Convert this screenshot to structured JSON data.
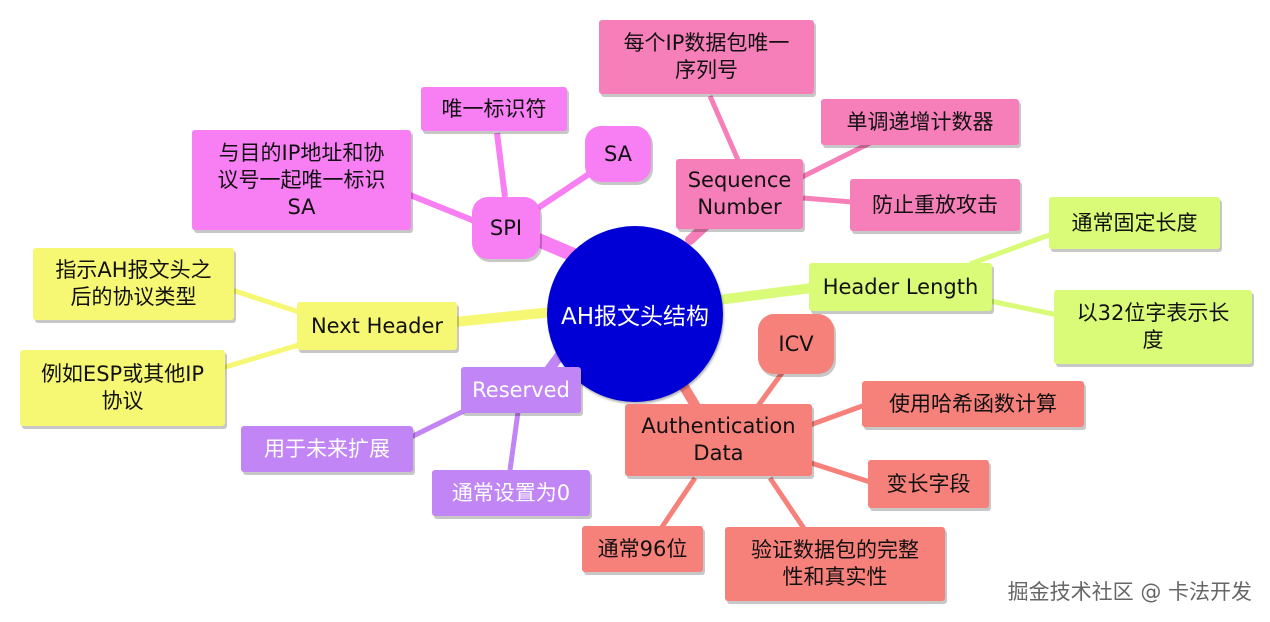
{
  "center": "AH报文头结构",
  "branches": {
    "spi": {
      "label": "SPI",
      "children": [
        "唯一标识符",
        "SA",
        "与目的IP地址和协\n议号一起唯一标识\nSA"
      ]
    },
    "sequence_number": {
      "label": "Sequence\nNumber",
      "children": [
        "每个IP数据包唯一\n序列号",
        "单调递增计数器",
        "防止重放攻击"
      ]
    },
    "header_length": {
      "label": "Header Length",
      "children": [
        "通常固定长度",
        "以32位字表示长\n度"
      ]
    },
    "next_header": {
      "label": "Next Header",
      "children": [
        "指示AH报文头之\n后的协议类型",
        "例如ESP或其他IP\n协议"
      ]
    },
    "reserved": {
      "label": "Reserved",
      "children": [
        "用于未来扩展",
        "通常设置为0"
      ]
    },
    "authentication_data": {
      "label": "Authentication\nData",
      "children": [
        "ICV",
        "使用哈希函数计算",
        "变长字段",
        "通常96位",
        "验证数据包的完整\n性和真实性"
      ]
    }
  },
  "colors": {
    "center": "#0000d6",
    "spi": "#f77ef3",
    "sequence_number": "#f67fb9",
    "header_length": "#d9fb78",
    "next_header": "#f6f773",
    "reserved": "#c185f5",
    "authentication_data": "#f6807a"
  },
  "watermark": "掘金技术社区 @ 卡法开发"
}
